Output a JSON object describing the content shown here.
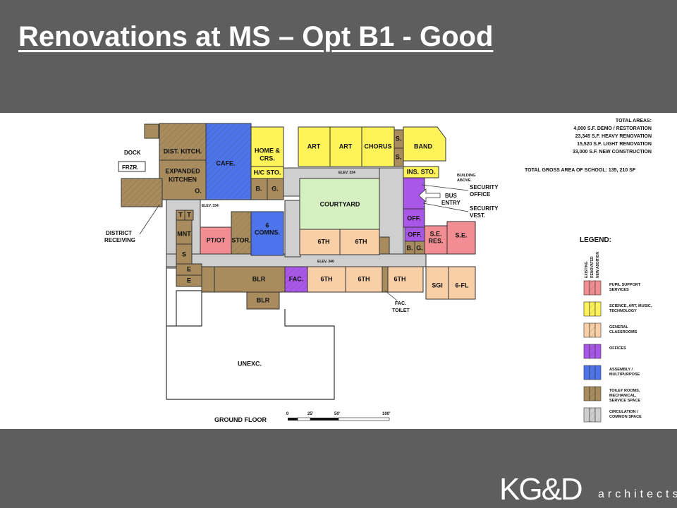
{
  "slide": {
    "title": "Renovations at MS  – Opt B1 - Good"
  },
  "colors": {
    "slide_bg": "#5e5e5e",
    "pupil_support": "#f28e93",
    "science_art": "#fff35a",
    "general_classrooms": "#f9cfa8",
    "offices": "#a957e8",
    "assembly": "#4d74ea",
    "toilet_service": "#a88c5e",
    "circulation": "#cfcfcf",
    "courtyard": "#d6f0c2"
  },
  "totals": {
    "heading": "TOTAL AREAS:",
    "lines": [
      "4,000 S.F.  DEMO / RESTORATION",
      "23,345 S.F.  HEAVY RENOVATION",
      "15,520 S.F.  LIGHT RENOVATION",
      "33,000 S.F.  NEW CONSTRUCTION"
    ],
    "gross": "TOTAL GROSS AREA OF SCHOOL: 135, 210  SF"
  },
  "legend": {
    "title": "LEGEND:",
    "col_headers": [
      "EXISTING",
      "RENOVATED",
      "NEW ADDITION"
    ],
    "items": [
      {
        "label1": "PUPIL SUPPORT",
        "label2": "SERVICES",
        "color_key": "pupil_support"
      },
      {
        "label1": "SCIENCE, ART, MUSIC,",
        "label2": "TECHNOLOGY",
        "color_key": "science_art"
      },
      {
        "label1": "GENERAL",
        "label2": "CLASSROOMS",
        "color_key": "general_classrooms"
      },
      {
        "label1": "OFFICES",
        "label2": "",
        "color_key": "offices"
      },
      {
        "label1": "ASSEMBLY /",
        "label2": "MULTIPURPOSE",
        "color_key": "assembly"
      },
      {
        "label1": "TOILET ROOMS,",
        "label2": "MECHANICAL,",
        "label3": "SERVICE SPACE",
        "color_key": "toilet_service"
      },
      {
        "label1": "CIRCULATION /",
        "label2": "COMMON SPACE",
        "color_key": "circulation"
      }
    ]
  },
  "plan": {
    "title": "GROUND FLOOR",
    "scale_labels": [
      "0",
      "25'",
      "50'",
      "100'"
    ],
    "rooms": [
      {
        "name": "DIST. KITCH.",
        "type": "toilet_service"
      },
      {
        "name": "EXPANDED",
        "type": "toilet_service"
      },
      {
        "name": "KITCHEN",
        "type": "toilet_service"
      },
      {
        "name": "O.",
        "type": "toilet_service"
      },
      {
        "name": "CAFE.",
        "type": "assembly"
      },
      {
        "name": "HOME &",
        "type": "science_art"
      },
      {
        "name": "CRS.",
        "type": "science_art"
      },
      {
        "name": "H/C STO.",
        "type": "science_art"
      },
      {
        "name": "B.",
        "type": "toilet_service"
      },
      {
        "name": "G.",
        "type": "toilet_service"
      },
      {
        "name": "ART",
        "type": "science_art"
      },
      {
        "name": "ART",
        "type": "science_art"
      },
      {
        "name": "CHORUS",
        "type": "science_art"
      },
      {
        "name": "S.",
        "type": "toilet_service"
      },
      {
        "name": "S.",
        "type": "toilet_service"
      },
      {
        "name": "BAND",
        "type": "science_art"
      },
      {
        "name": "INS. STO.",
        "type": "science_art"
      },
      {
        "name": "COURTYARD",
        "type": "courtyard"
      },
      {
        "name": "OFF.",
        "type": "offices"
      },
      {
        "name": "OFF.",
        "type": "offices"
      },
      {
        "name": "B.",
        "type": "toilet_service"
      },
      {
        "name": "G.",
        "type": "toilet_service"
      },
      {
        "name": "S.E.",
        "type": "pupil_support"
      },
      {
        "name": "RES.",
        "type": "pupil_support"
      },
      {
        "name": "S.E.",
        "type": "pupil_support"
      },
      {
        "name": "6",
        "type": "assembly"
      },
      {
        "name": "COMNS.",
        "type": "assembly"
      },
      {
        "name": "PT/OT",
        "type": "pupil_support"
      },
      {
        "name": "STOR.",
        "type": "toilet_service"
      },
      {
        "name": "6TH",
        "type": "general_classrooms"
      },
      {
        "name": "6TH",
        "type": "general_classrooms"
      },
      {
        "name": "MNT",
        "type": "toilet_service"
      },
      {
        "name": "S",
        "type": "toilet_service"
      },
      {
        "name": "E",
        "type": "toilet_service"
      },
      {
        "name": "E",
        "type": "toilet_service"
      },
      {
        "name": "T",
        "type": "toilet_service"
      },
      {
        "name": "T",
        "type": "toilet_service"
      },
      {
        "name": "BLR",
        "type": "toilet_service"
      },
      {
        "name": "BLR",
        "type": "toilet_service"
      },
      {
        "name": "FAC.",
        "type": "offices"
      },
      {
        "name": "6TH",
        "type": "general_classrooms"
      },
      {
        "name": "6TH",
        "type": "general_classrooms"
      },
      {
        "name": "6TH",
        "type": "general_classrooms"
      },
      {
        "name": "SGI",
        "type": "general_classrooms"
      },
      {
        "name": "6-FL",
        "type": "general_classrooms"
      },
      {
        "name": "UNEXC.",
        "type": "none"
      }
    ],
    "annotations": {
      "dock": "DOCK",
      "frzr": "FRZR.",
      "district_receiving_1": "DISTRICT",
      "district_receiving_2": "RECEIVING",
      "elev_334_a": "ELEV. 334",
      "elev_334_b": "ELEV. 334",
      "elev_340": "ELEV. 340",
      "building_above_1": "BUILDING",
      "building_above_2": "ABOVE",
      "security_office_1": "SECURITY",
      "security_office_2": "OFFICE",
      "bus_entry_1": "BUS",
      "bus_entry_2": "ENTRY",
      "security_vest_1": "SECURITY",
      "security_vest_2": "VEST.",
      "fac_toilet_1": "FAC.",
      "fac_toilet_2": "TOILET"
    }
  },
  "logo": {
    "mark": "KG&D",
    "sub": "architects"
  }
}
